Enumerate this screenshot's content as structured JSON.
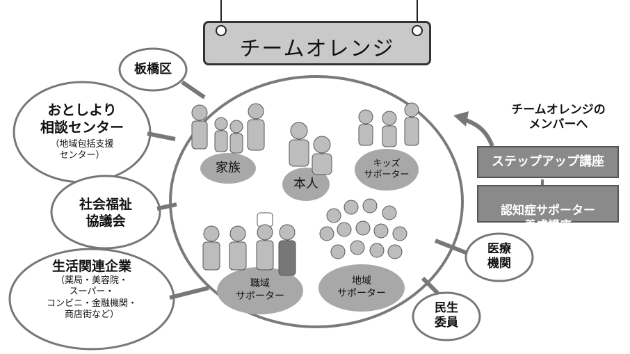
{
  "title": "チームオレンジ",
  "members_arrow_text": "チームオレンジの\nメンバーへ",
  "courses": {
    "step_up": "ステップアップ講座",
    "supporter_training": "認知症サポーター\n養成講座"
  },
  "outer_partners": {
    "itabashi": "板橋区",
    "consult_center": "おとしより\n相談センター",
    "consult_center_note": "（地域包括支援\nセンター）",
    "welfare_council": "社会福祉\n協議会",
    "companies": "生活関連企業",
    "companies_note": "（薬局・美容院・\nスーパー・\nコンビニ・金融機関・\n商店街など）",
    "medical": "医療\n機関",
    "welfare_commissioner": "民生\n委員"
  },
  "inner_groups": {
    "family": "家族",
    "person": "本人",
    "kids": "キッズ\nサポーター",
    "workplace": "職域\nサポーター",
    "community": "地域\nサポーター"
  }
}
